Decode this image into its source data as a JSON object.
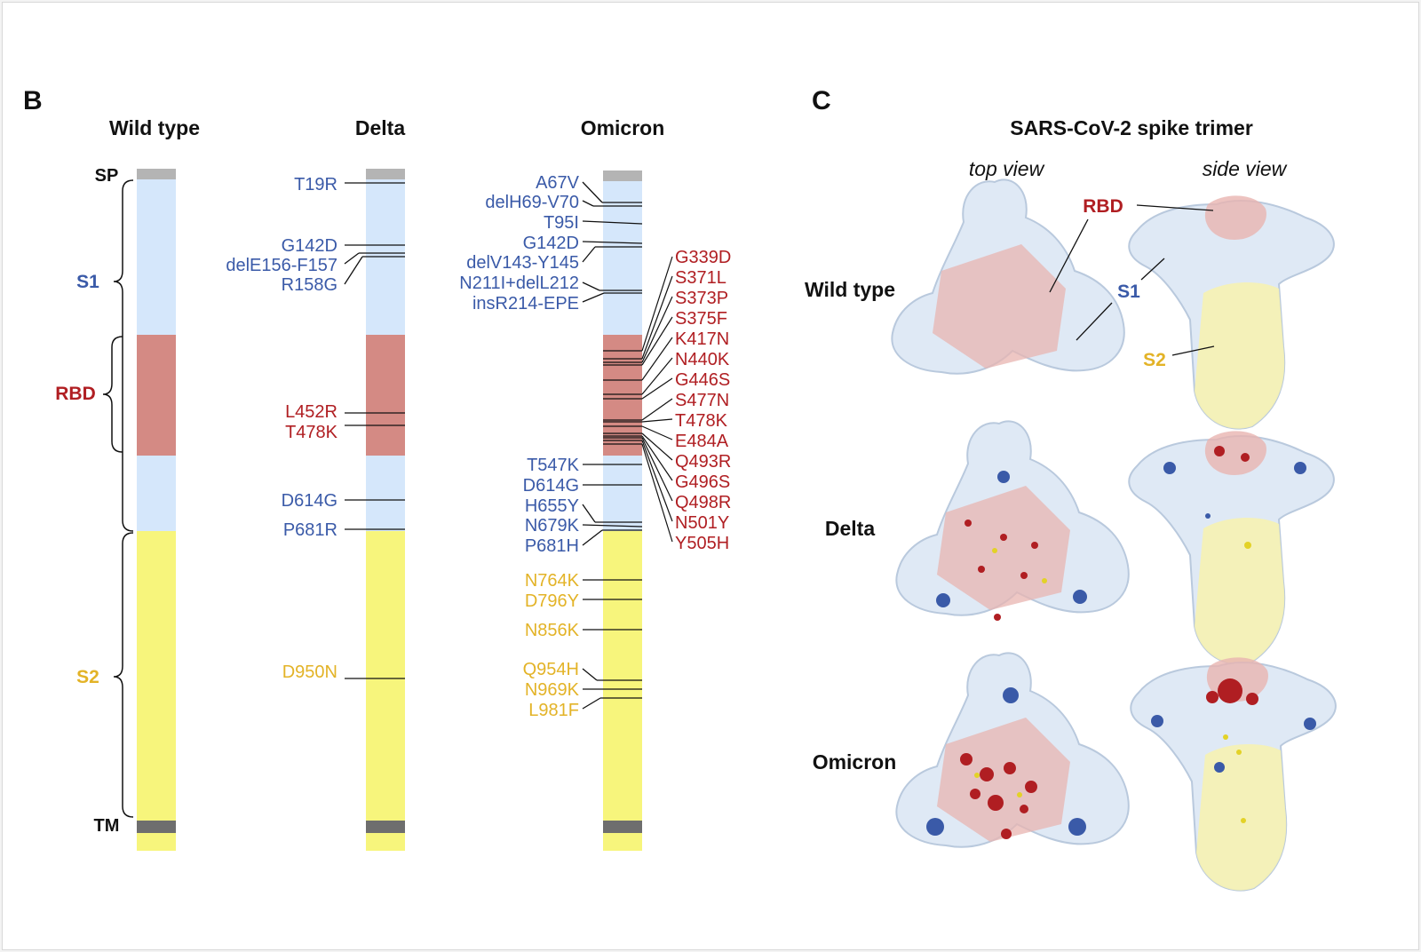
{
  "panel_b": {
    "letter": "B",
    "columns": {
      "wild_type": "Wild type",
      "delta": "Delta",
      "omicron": "Omicron"
    },
    "domain_labels": {
      "sp": "SP",
      "s1": "S1",
      "rbd": "RBD",
      "s2": "S2",
      "tm": "TM"
    },
    "delta_mutations": [
      "T19R",
      "G142D",
      "delE156-F157",
      "R158G",
      "L452R",
      "T478K",
      "D614G",
      "P681R",
      "D950N"
    ],
    "omicron_left_mutations": [
      "A67V",
      "delH69-V70",
      "T95I",
      "G142D",
      "delV143-Y145",
      "N211I+delL212",
      "insR214-EPE",
      "T547K",
      "D614G",
      "H655Y",
      "N679K",
      "P681H",
      "N764K",
      "D796Y",
      "N856K",
      "Q954H",
      "N969K",
      "L981F"
    ],
    "omicron_rbd_mutations": [
      "G339D",
      "S371L",
      "S373P",
      "S375F",
      "K417N",
      "N440K",
      "G446S",
      "S477N",
      "T478K",
      "E484A",
      "Q493R",
      "G496S",
      "Q498R",
      "N501Y",
      "Y505H"
    ]
  },
  "panel_c": {
    "letter": "C",
    "title": "SARS-CoV-2 spike trimer",
    "views": {
      "top": "top view",
      "side": "side view"
    },
    "rows": [
      "Wild type",
      "Delta",
      "Omicron"
    ],
    "annotations": {
      "rbd": "RBD",
      "s1": "S1",
      "s2": "S2"
    }
  },
  "colors": {
    "s1_blue": "#3a5aa8",
    "rbd_red": "#b01e22",
    "s2_yellow": "#e3b327",
    "s1_fill": "#d5e7fb",
    "rbd_fill": "#d48a84",
    "s2_fill": "#f7f57c",
    "sp_fill": "#b4b4b4",
    "tm_fill": "#6e6e6e"
  }
}
